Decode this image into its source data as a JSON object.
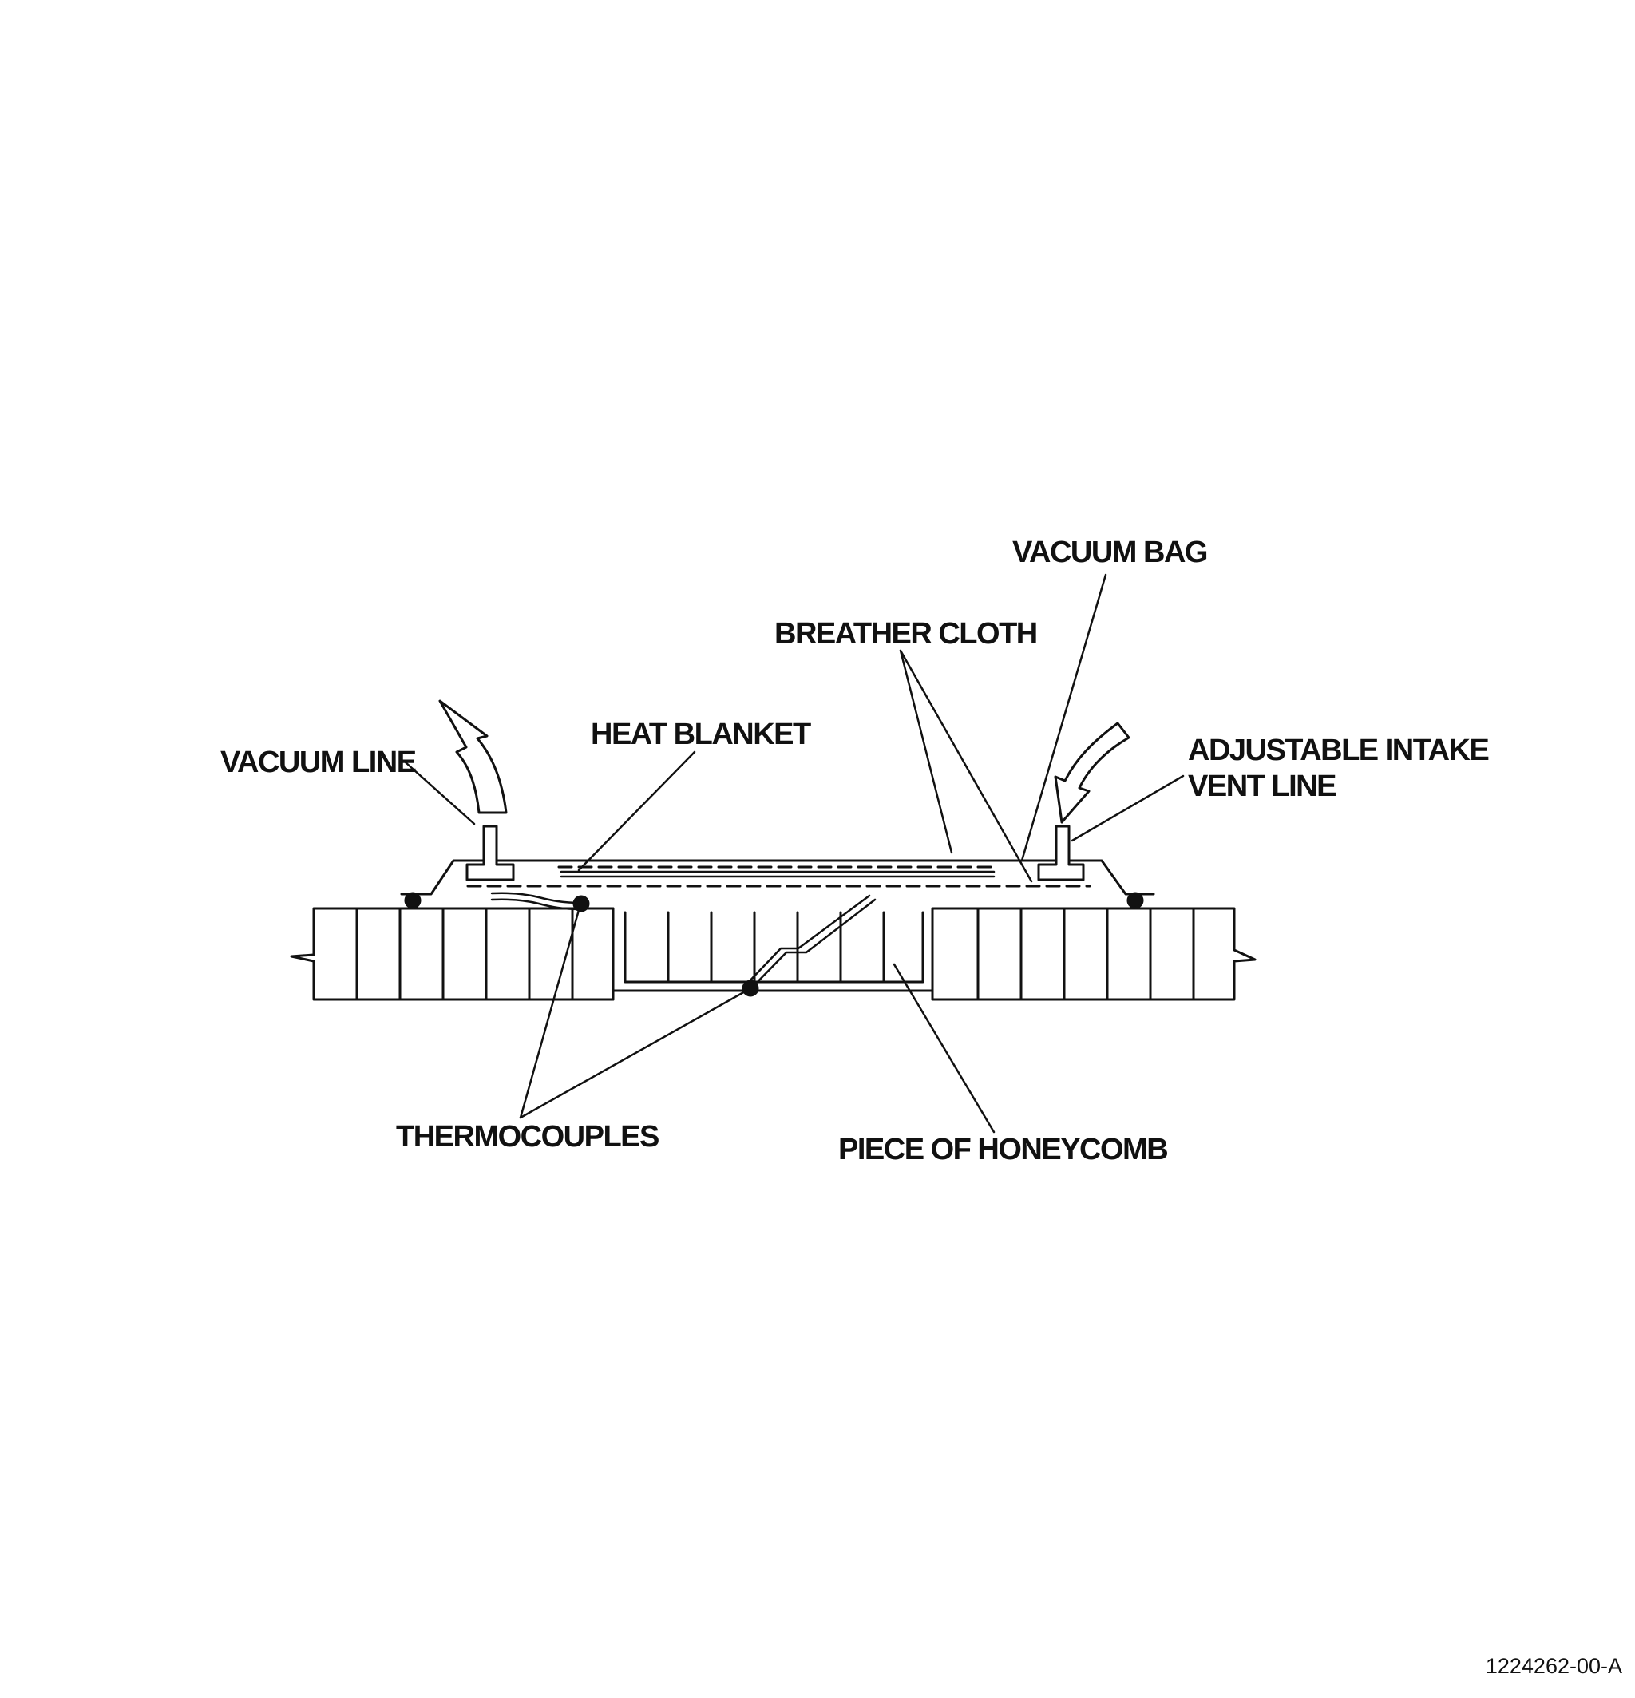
{
  "labels": {
    "vacuum_bag": "VACUUM BAG",
    "breather_cloth": "BREATHER CLOTH",
    "heat_blanket": "HEAT BLANKET",
    "vacuum_line": "VACUUM LINE",
    "intake_vent_line_1": "ADJUSTABLE INTAKE",
    "intake_vent_line_2": "VENT LINE",
    "thermocouples": "THERMOCOUPLES",
    "piece_of_honeycomb": "PIECE OF HONEYCOMB"
  },
  "figure_id": "1224262-00-A",
  "colors": {
    "ink": "#111111",
    "background": "#ffffff"
  }
}
